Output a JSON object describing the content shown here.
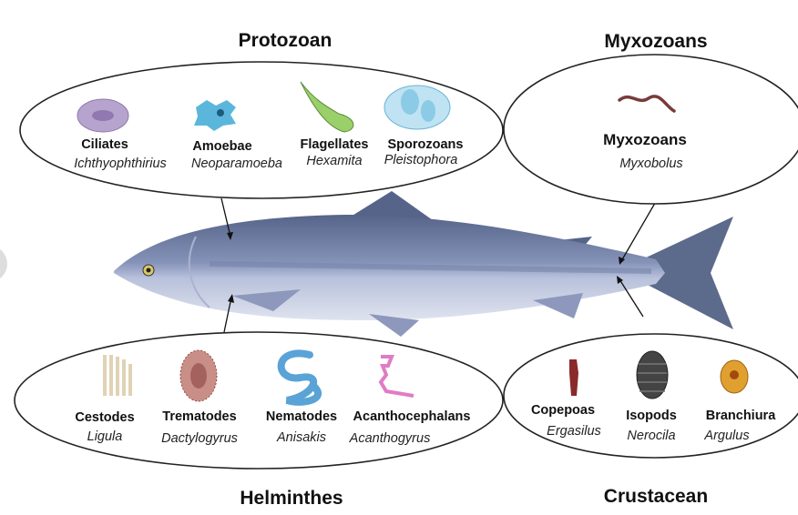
{
  "groups": {
    "protozoan": {
      "title": "Protozoan",
      "items": [
        {
          "name": "Ciliates",
          "genus": "Ichthyophthirius"
        },
        {
          "name": "Amoebae",
          "genus": "Neoparamoeba"
        },
        {
          "name": "Flagellates",
          "genus": "Hexamita"
        },
        {
          "name": "Sporozoans",
          "genus": "Pleistophora"
        }
      ]
    },
    "myxozoans": {
      "title": "Myxozoans",
      "items": [
        {
          "name": "Myxozoans",
          "genus": "Myxobolus"
        }
      ]
    },
    "helminthes": {
      "title": "Helminthes",
      "items": [
        {
          "name": "Cestodes",
          "genus": "Ligula"
        },
        {
          "name": "Trematodes",
          "genus": "Dactylogyrus"
        },
        {
          "name": "Nematodes",
          "genus": "Anisakis"
        },
        {
          "name": "Acanthocephalans",
          "genus": "Acanthogyrus"
        }
      ]
    },
    "crustacean": {
      "title": "Crustacean",
      "items": [
        {
          "name": "Copepoas",
          "genus": "Ergasilus"
        },
        {
          "name": "Isopods",
          "genus": "Nerocila"
        },
        {
          "name": "Branchiura",
          "genus": "Argulus"
        }
      ]
    }
  },
  "colors": {
    "fish_back": "#5c6a8c",
    "fish_belly": "#c9d0e4",
    "fish_stripe": "#8f9cc0"
  }
}
